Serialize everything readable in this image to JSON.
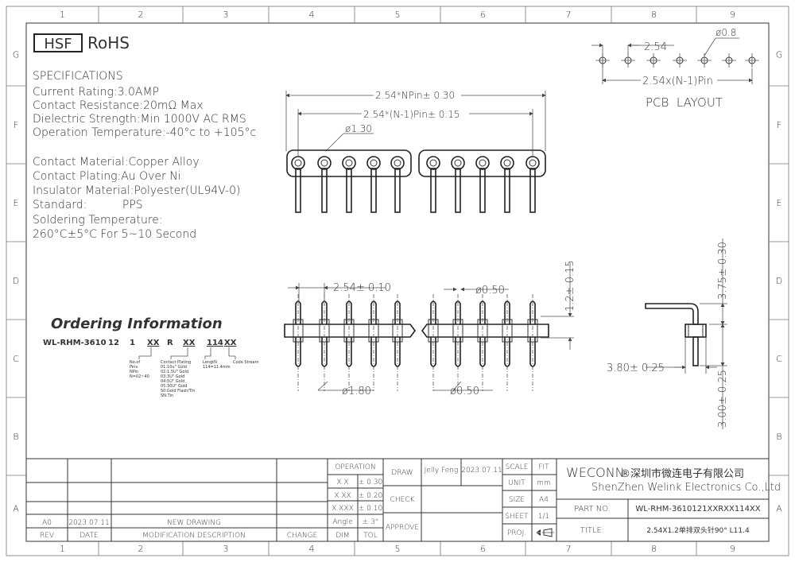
{
  "frame": {
    "col_labels": [
      "1",
      "2",
      "3",
      "4",
      "5",
      "6",
      "7",
      "8",
      "9"
    ],
    "row_labels": [
      "G",
      "F",
      "E",
      "D",
      "C",
      "B",
      "A"
    ]
  },
  "logo": {
    "hsf": "HSF",
    "rohs": "RoHS"
  },
  "specs": {
    "heading": "SPECIFICATIONS",
    "group1": [
      "Current Rating:3.0AMP",
      "Contact Resistance:20mΩ Max",
      "Dielectric Strength:Min 1000V AC RMS",
      "Operation Temperature:-40°c to +105°c"
    ],
    "group2": [
      "Contact Material:Copper Alloy",
      "Contact Plating:Au Over Ni",
      "Insulator Material:Polyester(UL94V-0)",
      "Standard:          PPS",
      "Soldering Temperature:",
      "260°C±5°C For 5~10 Second"
    ]
  },
  "ordering": {
    "title": "Ordering Information",
    "code_parts": [
      "WL-RHM-3610",
      "12",
      "1",
      "XX",
      "R",
      "XX",
      "114",
      "XX"
    ],
    "notes": {
      "pins": [
        "No.of",
        "Pins",
        "NPin",
        "N=02~40"
      ],
      "plating": [
        "Contact Plating",
        "01:10u\" Gold",
        "02:1.5U\" Gold",
        "03:3U\" Gold",
        "04:5U\" Gold",
        "05:30U\" Gold",
        "S0:Gold Flash/Tin",
        "SN:Tin"
      ],
      "length": [
        "LengtN",
        "114=11.4mm"
      ],
      "code": [
        "Code Stream"
      ]
    }
  },
  "pcb_layout": {
    "title": "PCB  LAYOUT",
    "pitch": "2.54",
    "hole": "ø0.8",
    "span": "2.54x(N-1)Pin"
  },
  "top_view": {
    "overall": "2.54*NPin± 0.30",
    "span": "2.54*(N-1)Pin± 0.15",
    "hole": "ø1.30"
  },
  "side_view": {
    "pitch": "2.54± 0.10",
    "pin_dia_top": "ø0.50",
    "body_dia": "ø1.80",
    "pin_dia_bottom": "ø0.50",
    "tail": "1.2± 0.15"
  },
  "end_view": {
    "top": "3.75± 0.30",
    "width": "3.80± 0.25",
    "bottom": "3.00± 0.25"
  },
  "title_block": {
    "operation": {
      "header": "OPERATION",
      "rows": [
        [
          "X.X",
          "± 0.30"
        ],
        [
          "X.XX",
          "± 0.20"
        ],
        [
          "X.XXX",
          "± 0.10"
        ],
        [
          "Angle",
          "± 3°"
        ]
      ],
      "footer": [
        "DIM",
        "TOL"
      ]
    },
    "draw_label": "DRAW",
    "draw_name": "Jelly Feng",
    "draw_date": "2023.07.11",
    "check_label": "CHECK",
    "approve_label": "APPROVE",
    "scale_label": "SCALE",
    "scale_value": "FIT",
    "unit_label": "UNIT",
    "unit_value": "mm",
    "size_label": "SIZE",
    "size_value": "A4",
    "sheet_label": "SHEET",
    "sheet_value": "1/1",
    "proj_label": "PROJ.",
    "company_brand": "WECONN",
    "company_cn": "®深圳市微连电子有限公司",
    "company_en": "ShenZhen Welink Electronics Co.,Ltd",
    "partno_label": "PART NO.",
    "partno_value": "WL-RHM-3610121XXRXX114XX",
    "title_label": "TITLE:",
    "title_value": "2.54X1.2单排双头针90°  L11.4",
    "rev_row": [
      "A0",
      "2023.07.11",
      "NEW DRAWING"
    ],
    "rev_header": [
      "REV",
      "DATE",
      "MODIFICATION DESCRIPTION",
      "CHANGE"
    ]
  }
}
